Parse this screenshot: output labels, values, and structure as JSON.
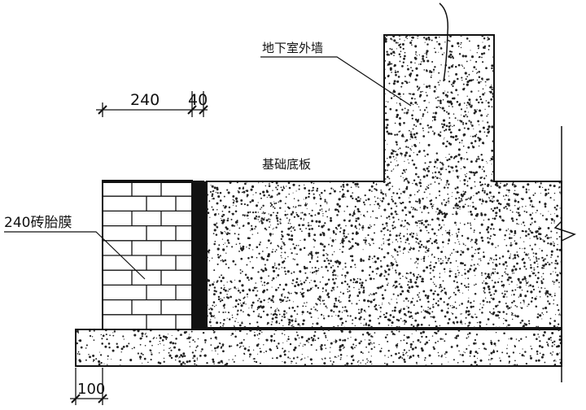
{
  "labels": {
    "outer_wall": "地下室外墙",
    "base_slab": "基础底板",
    "brick_membrane": "240砖胎膜"
  },
  "dimensions": {
    "brick_width": "240",
    "gap_width": "40",
    "cushion_overhang": "100"
  },
  "colors": {
    "line": "#111111",
    "concrete_fill": "#ffffff",
    "speckle": "#222222",
    "waterproof_layer": "#111111"
  }
}
